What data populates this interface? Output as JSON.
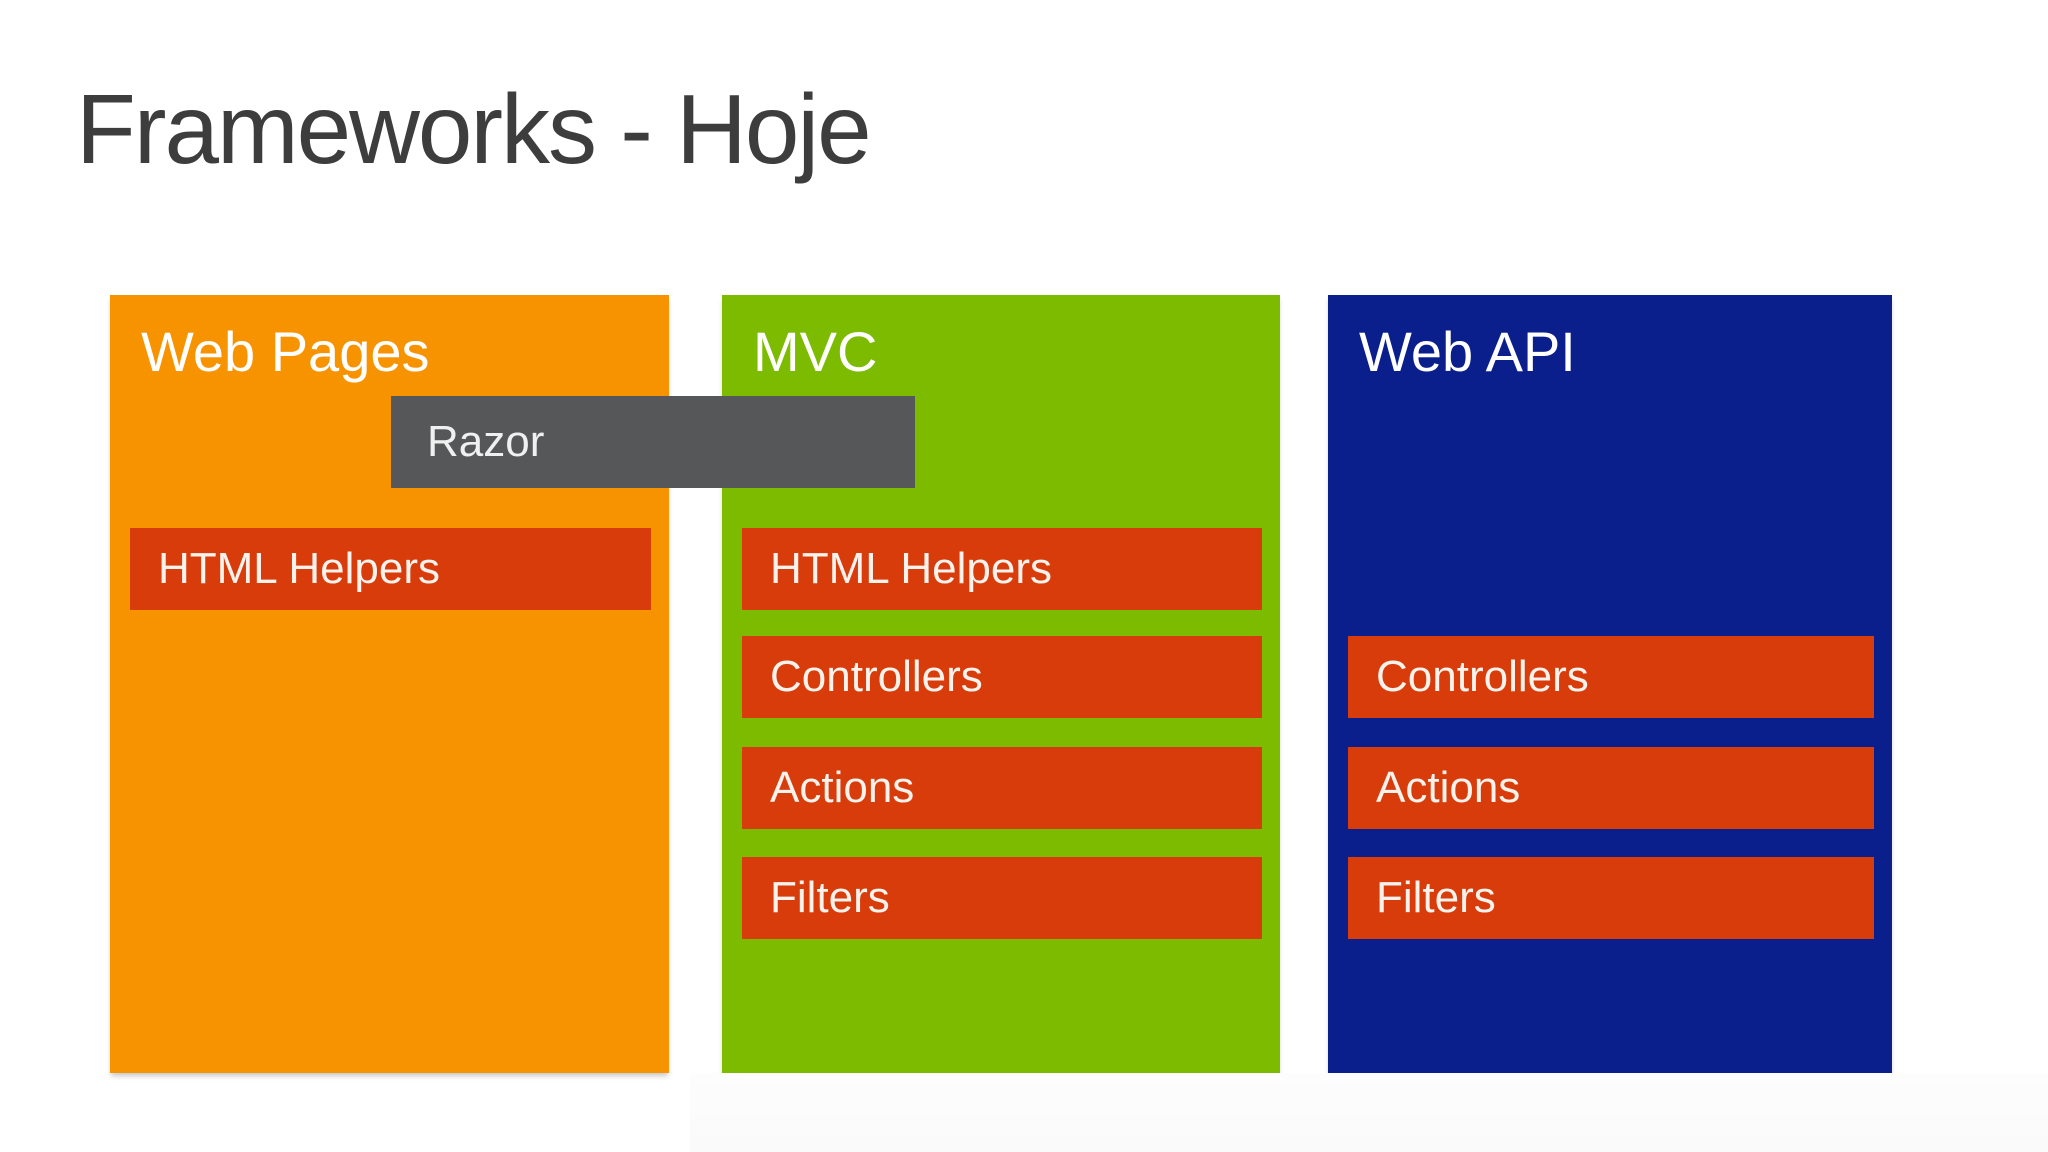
{
  "slide": {
    "title": "Frameworks - Hoje"
  },
  "colors": {
    "background": "#FFFFFF",
    "title-text": "#3D3D3D",
    "web-pages-orange": "#F89300",
    "mvc-green": "#7CBB00",
    "web-api-navy": "#0A1E8C",
    "feature-red": "#D93C0B",
    "razor-gray": "#565758",
    "header-text": "#FFFFFF",
    "box-text": "#F7F2EC"
  },
  "columns": [
    {
      "label": "Web Pages",
      "boxes": [
        {
          "label": "HTML Helpers"
        }
      ]
    },
    {
      "label": "MVC",
      "boxes": [
        {
          "label": "HTML Helpers"
        },
        {
          "label": "Controllers"
        },
        {
          "label": "Actions"
        },
        {
          "label": "Filters"
        }
      ]
    },
    {
      "label": "Web API",
      "boxes": [
        {
          "label": "Controllers"
        },
        {
          "label": "Actions"
        },
        {
          "label": "Filters"
        }
      ]
    }
  ],
  "overlay": {
    "label": "Razor"
  }
}
